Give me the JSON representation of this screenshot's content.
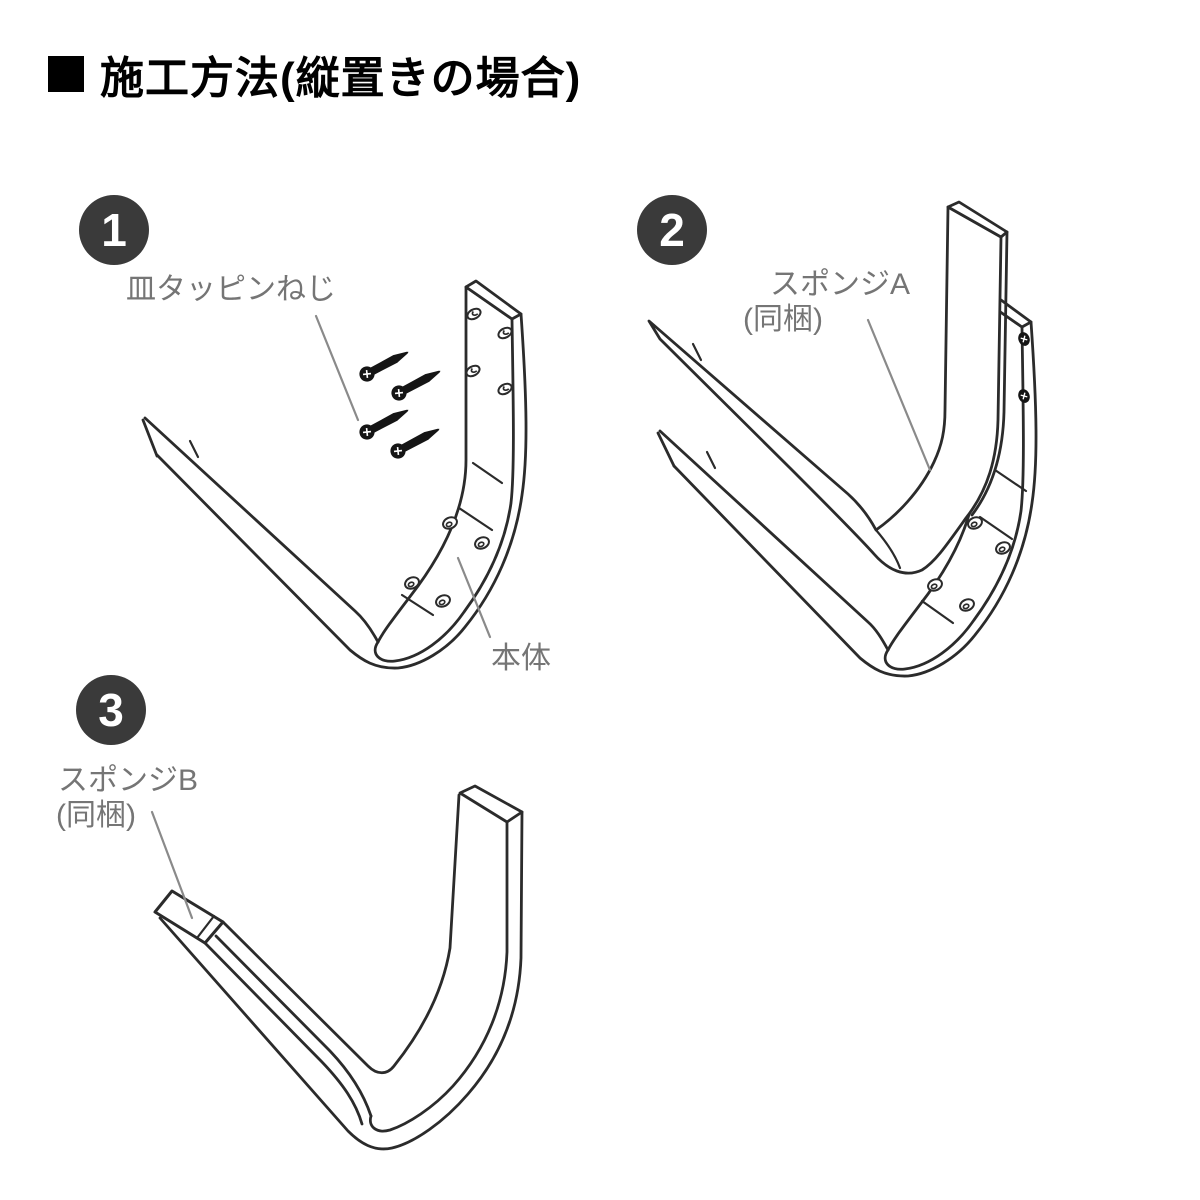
{
  "title": "施工方法(縦置きの場合)",
  "steps": [
    {
      "number": "1",
      "labels": {
        "screws": "皿タッピンねじ",
        "body": "本体"
      }
    },
    {
      "number": "2",
      "labels": {
        "part": "スポンジA",
        "note": "(同梱)"
      }
    },
    {
      "number": "3",
      "labels": {
        "part": "スポンジB",
        "note": "(同梱)"
      }
    }
  ],
  "colors": {
    "title_text": "#000000",
    "badge_background": "#3a3a3a",
    "badge_text": "#ffffff",
    "label_text": "#757575",
    "leader_line": "#8a8a8a",
    "drawing_line": "#2b2b2b"
  }
}
